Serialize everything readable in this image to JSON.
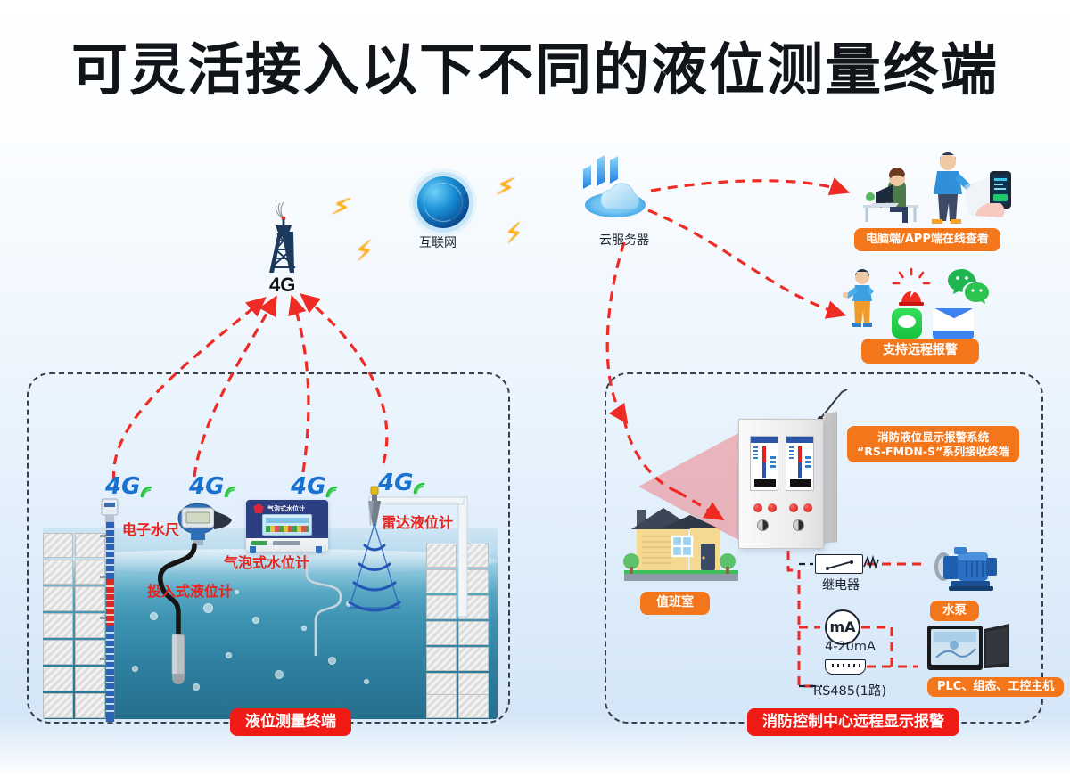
{
  "title": "可灵活接入以下不同的液位测量终端",
  "zones": {
    "left_label": "液位测量终端",
    "right_label": "消防控制中心远程显示报警"
  },
  "network": {
    "tower_label": "4G",
    "internet_label": "互联网",
    "cloud_label": "云服务器",
    "tag_4g": "4G"
  },
  "sensors": [
    {
      "name": "电子水尺",
      "tag": "4G"
    },
    {
      "name": "投入式液位计",
      "tag": "4G"
    },
    {
      "name": "气泡式水位计",
      "tag": "4G",
      "device_text": "气泡式水位计"
    },
    {
      "name": "雷达液位计",
      "tag": "4G"
    }
  ],
  "cloud_outputs": {
    "app_label": "电脑端/APP端在线查看",
    "alarm_label": "支持远程报警",
    "alarm_icons": [
      "siren-icon",
      "wechat-icon",
      "sms-icon",
      "mail-icon"
    ]
  },
  "control_center": {
    "duty_room_label": "值班室",
    "panel_line1": "消防液位显示报警系统",
    "panel_line2": "“RS-FMDN-S”系列接收终端"
  },
  "outputs": [
    {
      "id": "relay",
      "label": "继电器",
      "target": "水泵"
    },
    {
      "id": "ma",
      "label": "4-20mA",
      "icon_text": "mA"
    },
    {
      "id": "rs485",
      "label": "RS485(1路)",
      "target": "PLC、组态、工控主机"
    }
  ],
  "output_targets": {
    "pump": "水泵",
    "plc": "PLC、组态、工控主机"
  },
  "colors": {
    "title": "#111418",
    "red_badge": "#f11b16",
    "orange_badge": "#f4761a",
    "label_red": "#e8221c",
    "tag_blue": "#1a72d0",
    "dashed_arrow_red": "#ee2b24",
    "bolt_yellow": "#fcb415"
  }
}
